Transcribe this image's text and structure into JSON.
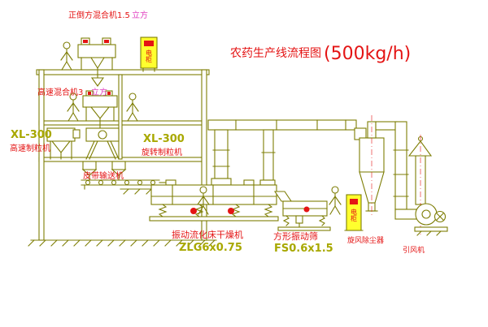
{
  "colors": {
    "line": "#7d7d04",
    "red": "#e41414",
    "magenta": "#e040c0",
    "accent_yellow": "#a8a800",
    "cabinet_fill": "#ffff2e",
    "background": "#ffffff"
  },
  "title": {
    "text": "农药生产线流程图",
    "capacity": "(500kg/h)"
  },
  "labels": {
    "top_mixer": "正倒方混合机1.5",
    "top_mixer_unit": "立方",
    "mid_mixer": "高速混合机3",
    "mid_mixer_unit": "立方",
    "granulator_left_model": "XL-300",
    "granulator_left_name": "高速制粒机",
    "granulator_center_model": "XL-300",
    "granulator_center_name": "旋转制粒机",
    "belt_conveyor": "皮带输送机",
    "dryer_name": "振动流化床干燥机",
    "dryer_model": "ZLG6x0.75",
    "screen_name": "方形振动筛",
    "screen_model": "FS0.6x1.5",
    "cyclone_name": "旋风除尘器",
    "fan_name": "引风机",
    "cabinet_label": "电柜"
  }
}
